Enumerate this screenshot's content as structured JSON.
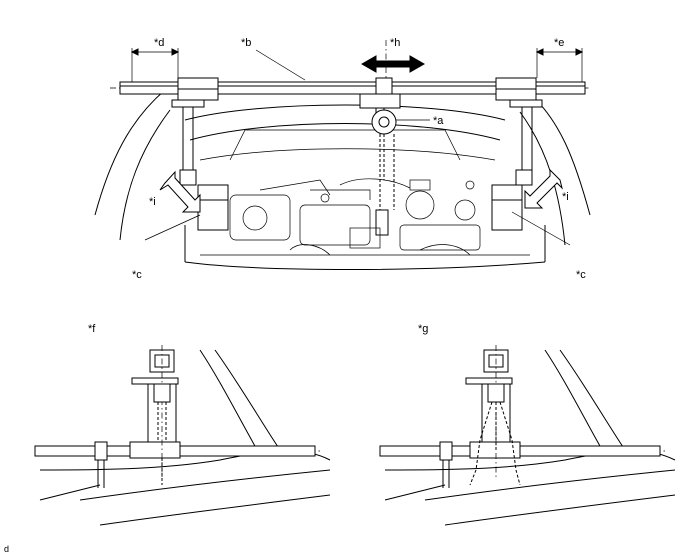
{
  "labels": {
    "a": "*a",
    "b": "*b",
    "c_left": "*c",
    "c_right": "*c",
    "d": "*d",
    "e": "*e",
    "f": "*f",
    "g": "*g",
    "h": "*h",
    "i_left": "*i",
    "i_right": "*i"
  },
  "figure_code": "d"
}
